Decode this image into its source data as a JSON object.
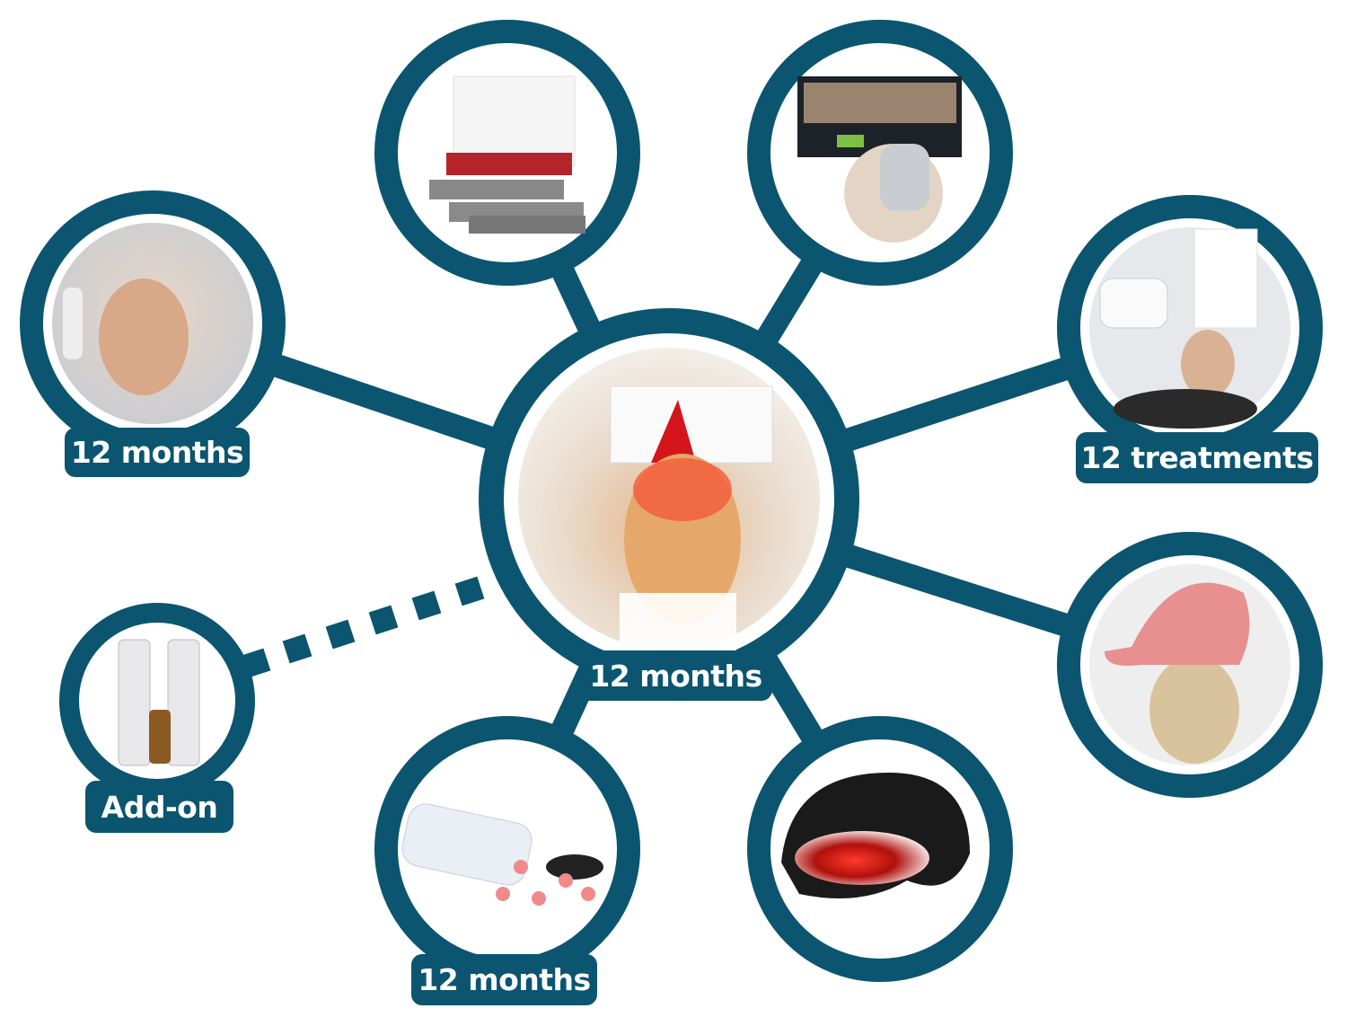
{
  "colors": {
    "accent": "#0b5570",
    "background": "#ffffff"
  },
  "hub": {
    "name": "laser-cap-in-clinic-treatment",
    "label": "12 months"
  },
  "nodes": [
    {
      "name": "topical-spray-node",
      "label": "12 months"
    },
    {
      "name": "dna-kit-node",
      "label": null
    },
    {
      "name": "scalp-analysis-node",
      "label": null
    },
    {
      "name": "clinic-treatment-node",
      "label": "12 treatments"
    },
    {
      "name": "laser-cap-node",
      "label": null
    },
    {
      "name": "laser-helmet-node",
      "label": null
    },
    {
      "name": "vitamins-node",
      "label": "12 months"
    },
    {
      "name": "shampoo-node",
      "label": "Add-on"
    }
  ]
}
